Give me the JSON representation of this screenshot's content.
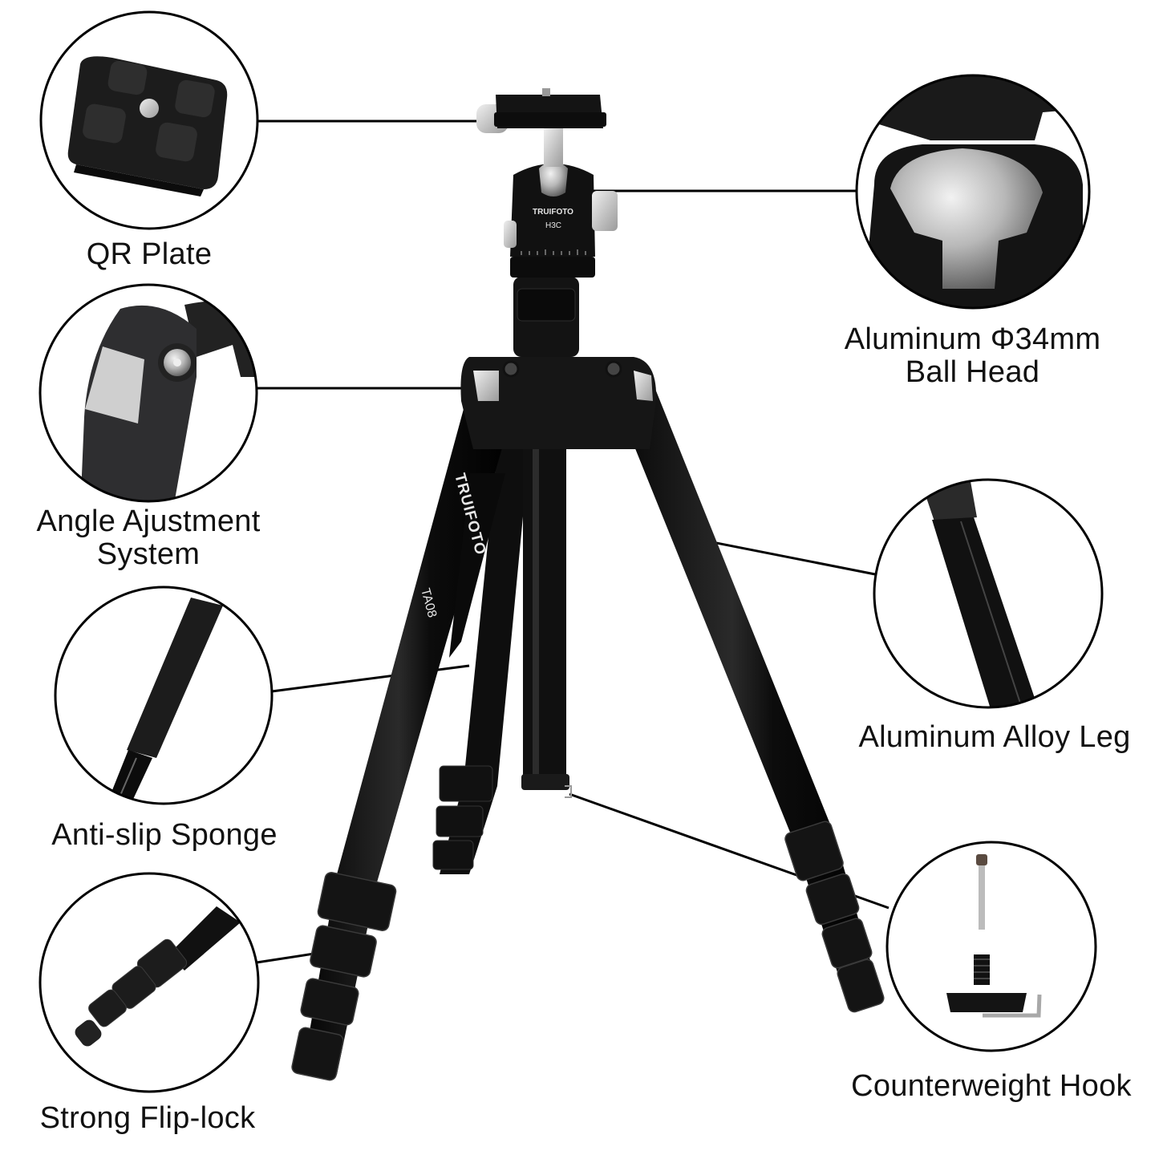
{
  "product": {
    "brand": "TRUIFOTO",
    "model": "TA08",
    "head_brand": "TRUIFOTO",
    "head_model": "H3C"
  },
  "callouts": {
    "qr_plate": {
      "label": "QR Plate",
      "icon": "qr-plate-detail"
    },
    "angle_adjustment": {
      "label_line1": "Angle Ajustment",
      "label_line2": "System",
      "icon": "leg-angle-lock-detail"
    },
    "anti_slip_sponge": {
      "label": "Anti-slip Sponge",
      "icon": "foam-grip-detail"
    },
    "flip_lock": {
      "label": "Strong Flip-lock",
      "icon": "flip-lock-detail"
    },
    "ball_head": {
      "label_line1": "Aluminum Φ34mm",
      "label_line2": "Ball Head",
      "icon": "ball-head-detail"
    },
    "alloy_leg": {
      "label": "Aluminum Alloy Leg",
      "icon": "leg-tube-detail"
    },
    "counterweight_hook": {
      "label": "Counterweight Hook",
      "icon": "hook-detail"
    }
  },
  "colors": {
    "background": "#ffffff",
    "text": "#111111",
    "outline": "#000000",
    "tripod_black": "#151515",
    "metal_silver": "#c8c8c8"
  }
}
